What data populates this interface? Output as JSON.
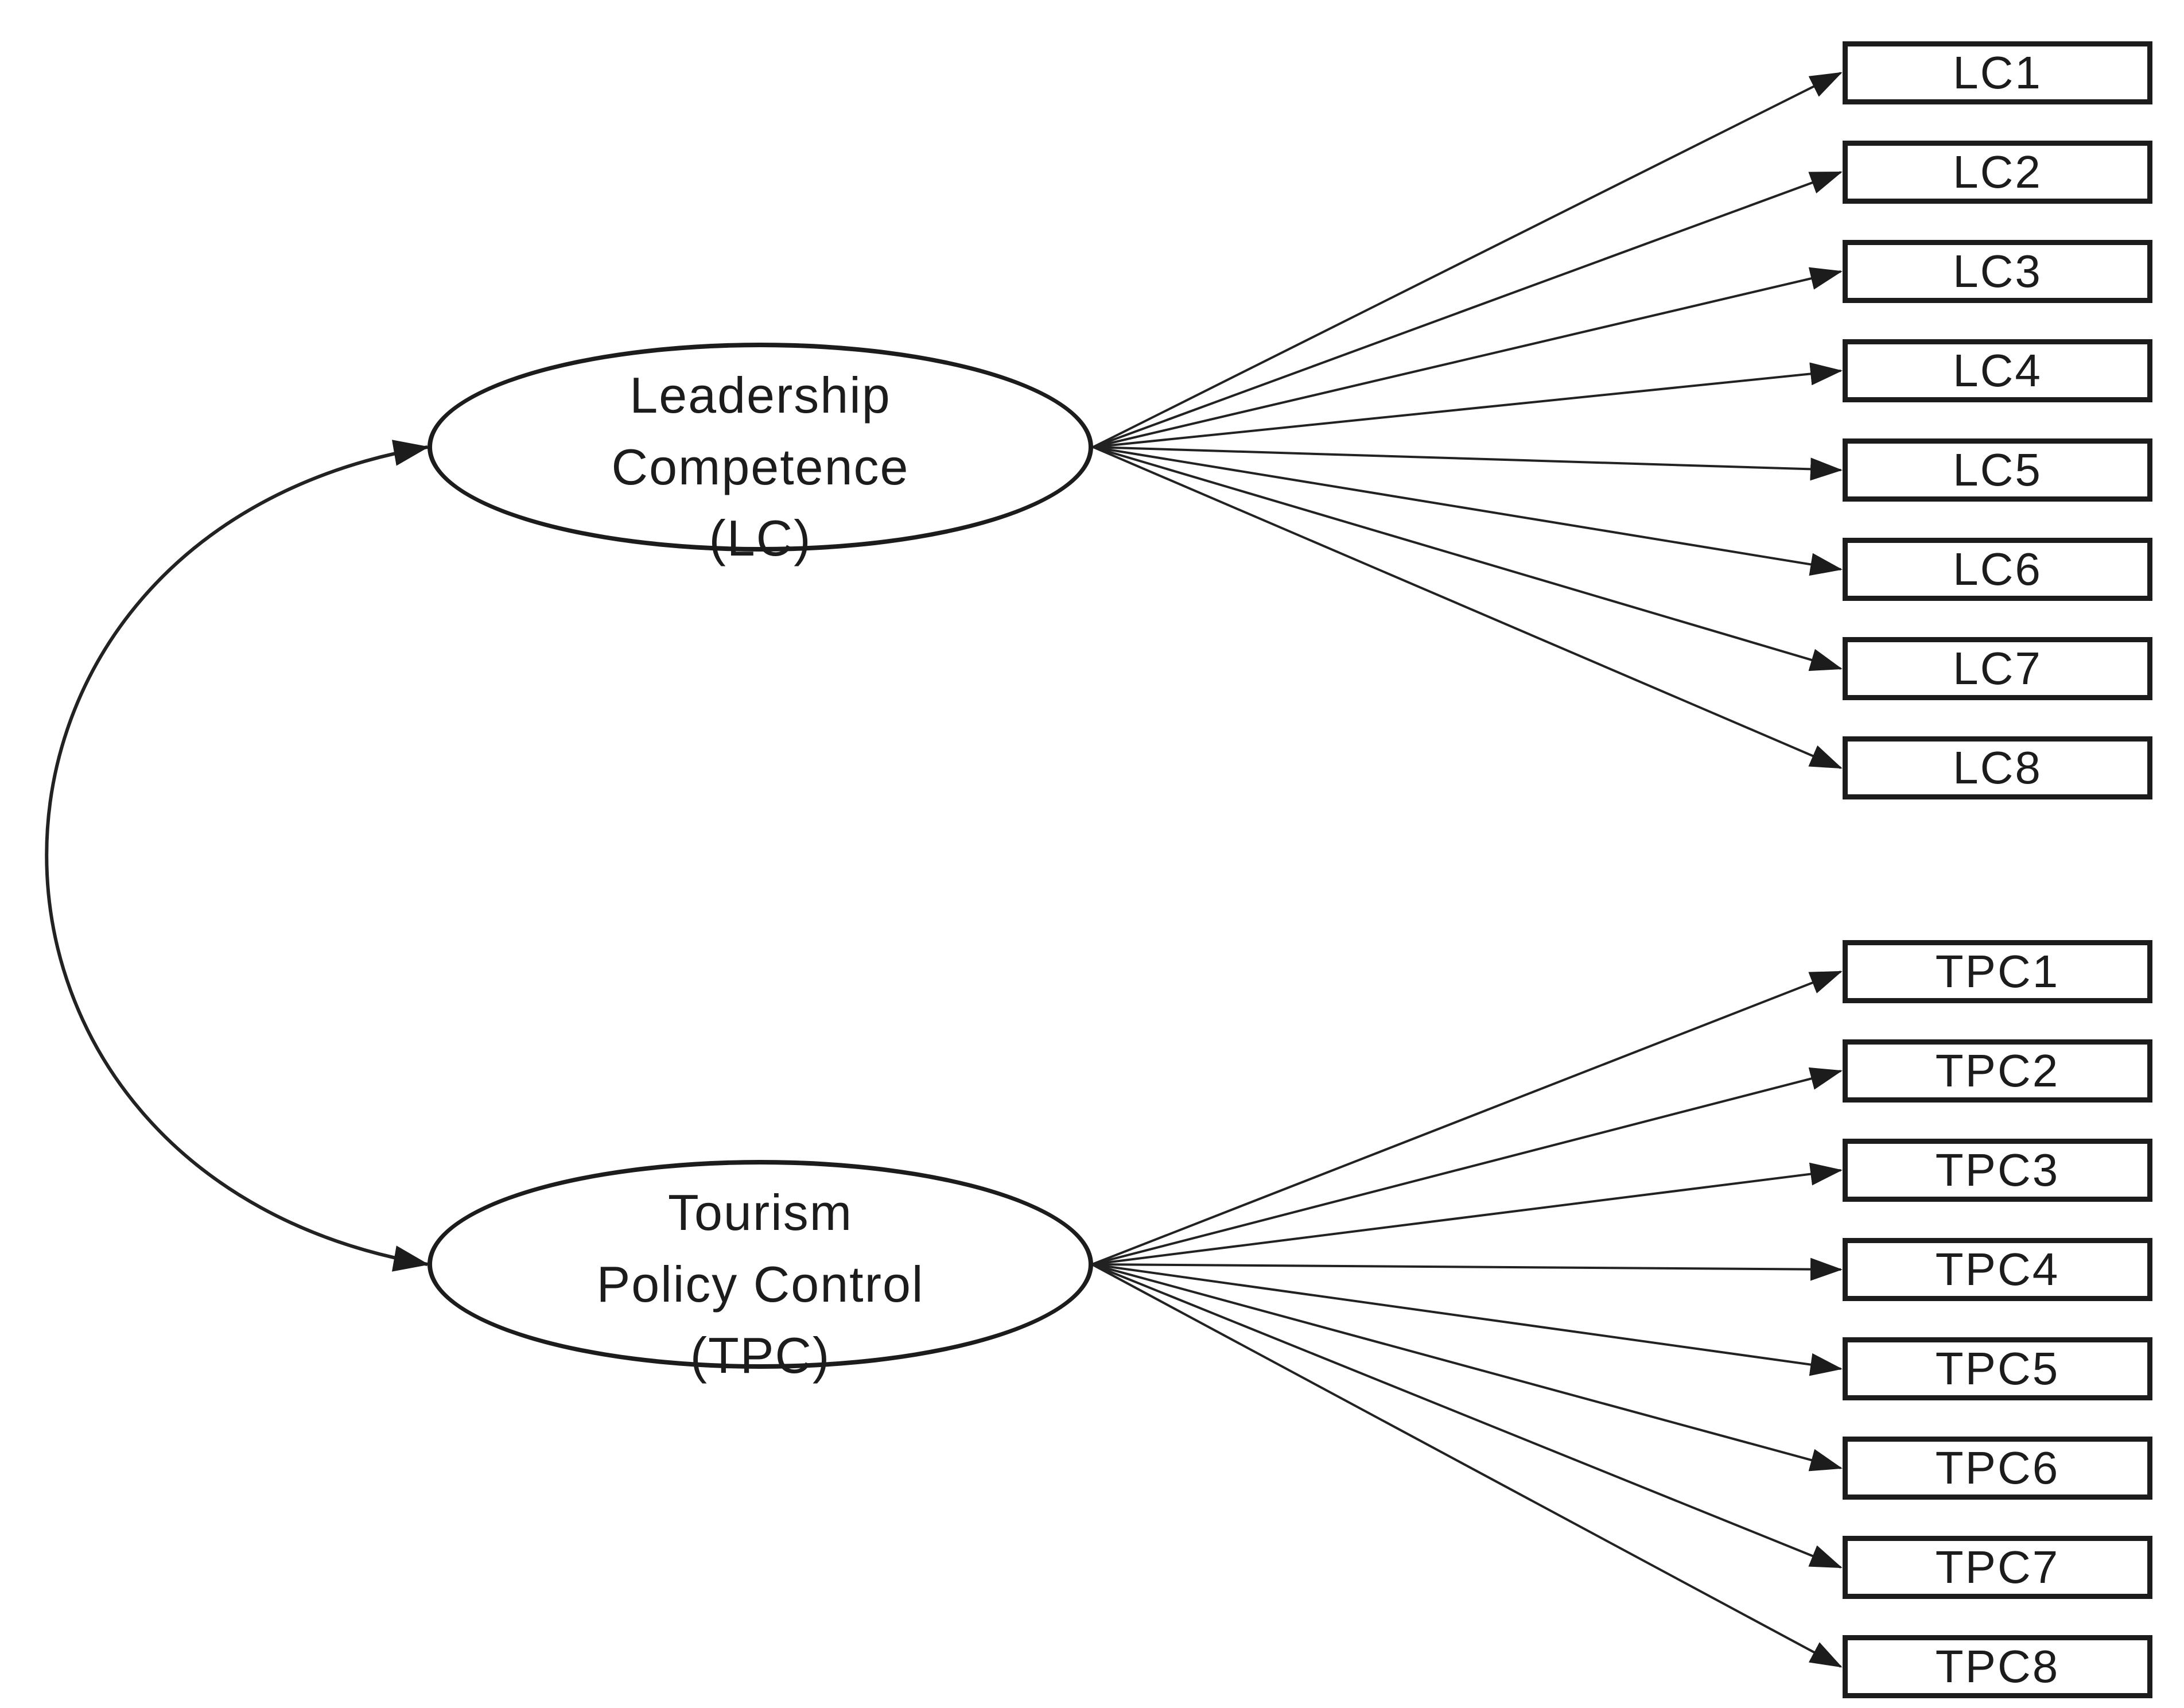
{
  "model": {
    "kind": "sem-measurement-model-diagram",
    "latents": [
      {
        "id": "LC",
        "label": "Leadership\nCompetence\n(LC)",
        "indicators": [
          "LC1",
          "LC2",
          "LC3",
          "LC4",
          "LC5",
          "LC6",
          "LC7",
          "LC8"
        ]
      },
      {
        "id": "TPC",
        "label": "Tourism\nPolicy Control\n(TPC)",
        "indicators": [
          "TPC1",
          "TPC2",
          "TPC3",
          "TPC4",
          "TPC5",
          "TPC6",
          "TPC7",
          "TPC8"
        ]
      }
    ],
    "relationships": [
      {
        "type": "covariance",
        "between": [
          "LC",
          "TPC"
        ],
        "style": "curved double-headed arrow"
      },
      {
        "type": "loading",
        "from": "LC",
        "to": "LC1-LC8",
        "style": "straight single-headed arrows"
      },
      {
        "type": "loading",
        "from": "TPC",
        "to": "TPC1-TPC8",
        "style": "straight single-headed arrows"
      }
    ],
    "colors": {
      "stroke": "#1c1c1c",
      "text": "#1c1c1c",
      "background": "#ffffff",
      "node_fill": "#ffffff"
    }
  }
}
